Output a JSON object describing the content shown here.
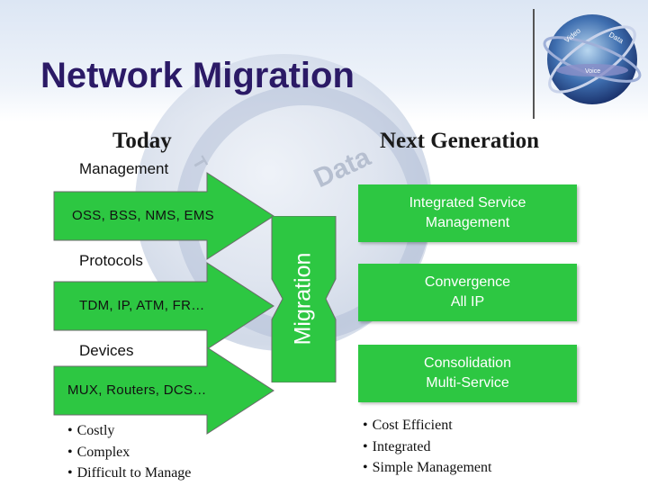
{
  "title": "Network Migration",
  "columns": {
    "today": "Today",
    "next": "Next Generation"
  },
  "watermarks": {
    "data": "Data"
  },
  "today": {
    "management_label": "Management",
    "management_arrow": "OSS, BSS, NMS, EMS",
    "protocols_label": "Protocols",
    "protocols_arrow": "TDM, IP, ATM, FR…",
    "devices_label": "Devices",
    "devices_arrow": "MUX, Routers, DCS…",
    "bullets": [
      "Costly",
      "Complex",
      "Difficult to Manage"
    ]
  },
  "migration_label": "Migration",
  "next_generation": {
    "boxes": [
      {
        "line1": "Integrated Service",
        "line2": "Management"
      },
      {
        "line1": "Convergence",
        "line2": "All IP"
      },
      {
        "line1": "Consolidation",
        "line2": "Multi-Service"
      }
    ],
    "bullets": [
      "Cost Efficient",
      "Integrated",
      "Simple Management"
    ]
  },
  "logo": {
    "words": [
      "Video",
      "Data",
      "Voice"
    ]
  },
  "colors": {
    "title": "#2b1a66",
    "arrow_fill": "#2dc742",
    "migration_fill": "#2dc742"
  }
}
